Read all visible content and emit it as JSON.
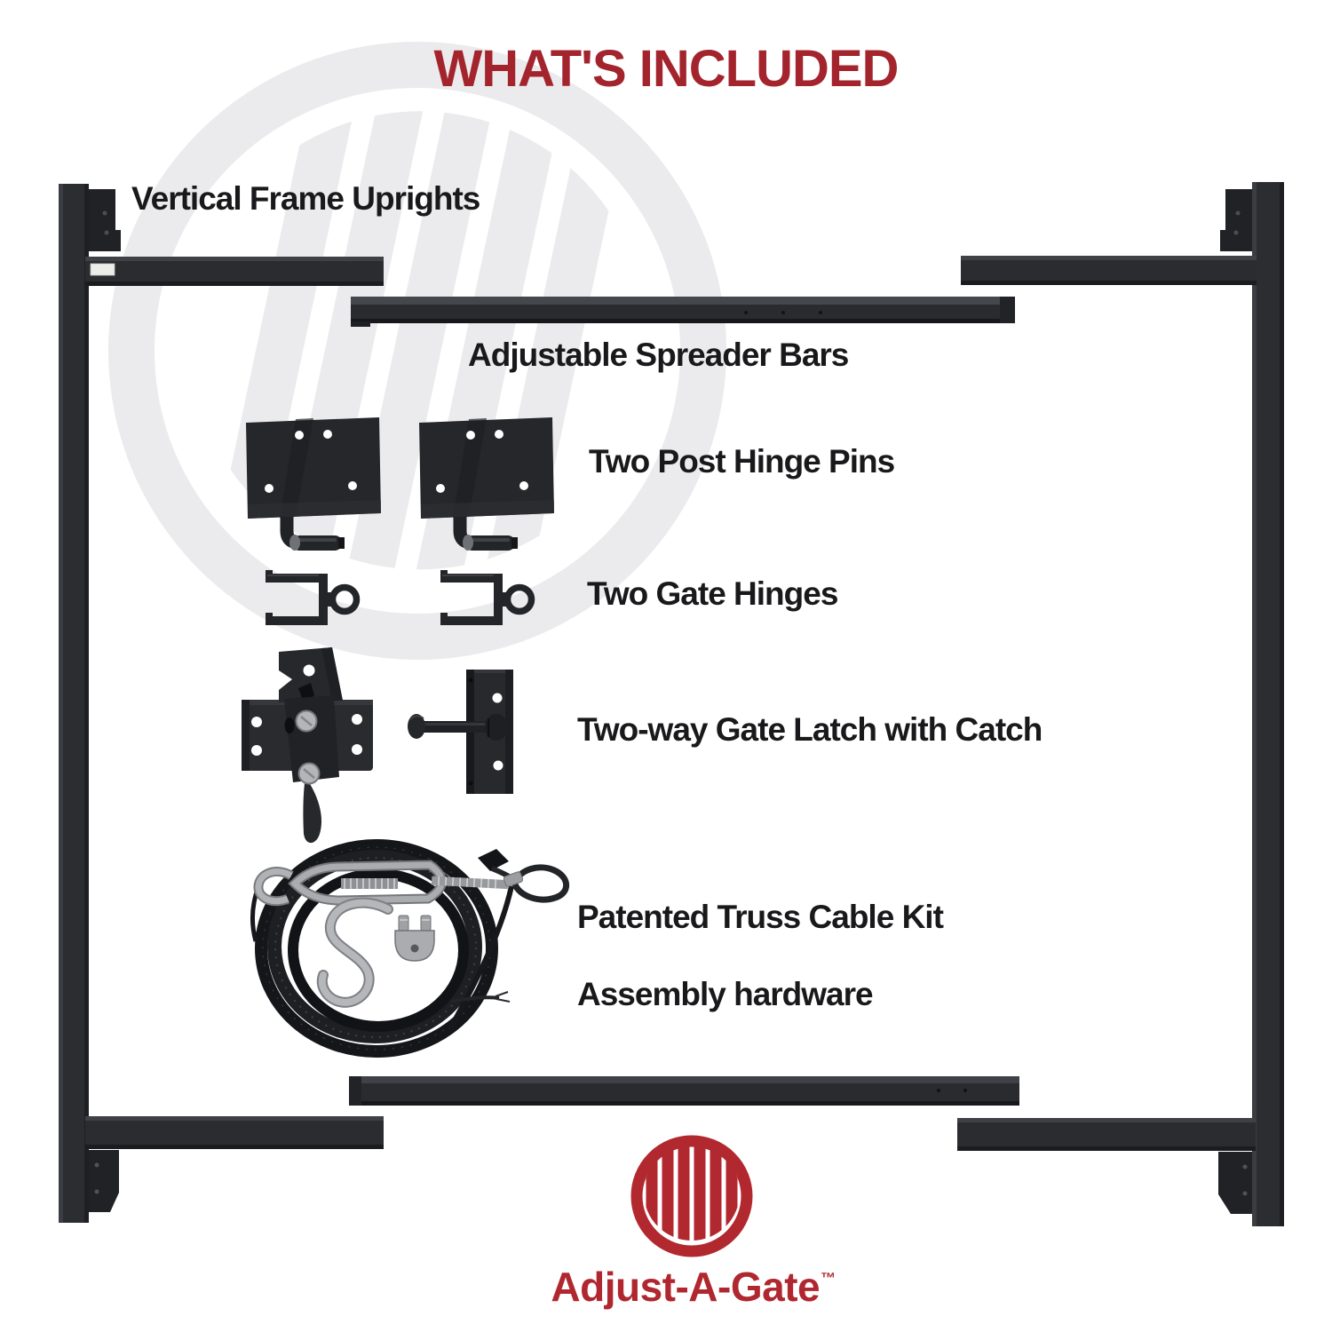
{
  "title": "WHAT'S INCLUDED",
  "labels": {
    "uprights": "Vertical Frame Uprights",
    "spreader_bars": "Adjustable Spreader Bars",
    "hinge_pins": "Two Post Hinge Pins",
    "gate_hinges": "Two Gate Hinges",
    "latch": "Two-way Gate Latch with Catch",
    "truss_cable": "Patented Truss Cable Kit",
    "assembly_hardware": "Assembly hardware"
  },
  "brand": {
    "name": "Adjust-A-Gate",
    "trademark": "™"
  },
  "colors": {
    "title_red": "#A3242D",
    "brand_red": "#B2282F",
    "label_black": "#19191B",
    "hardware_black": "#25272B",
    "watermark_gray": "#EBEBED",
    "silver": "#AEB0B4"
  }
}
